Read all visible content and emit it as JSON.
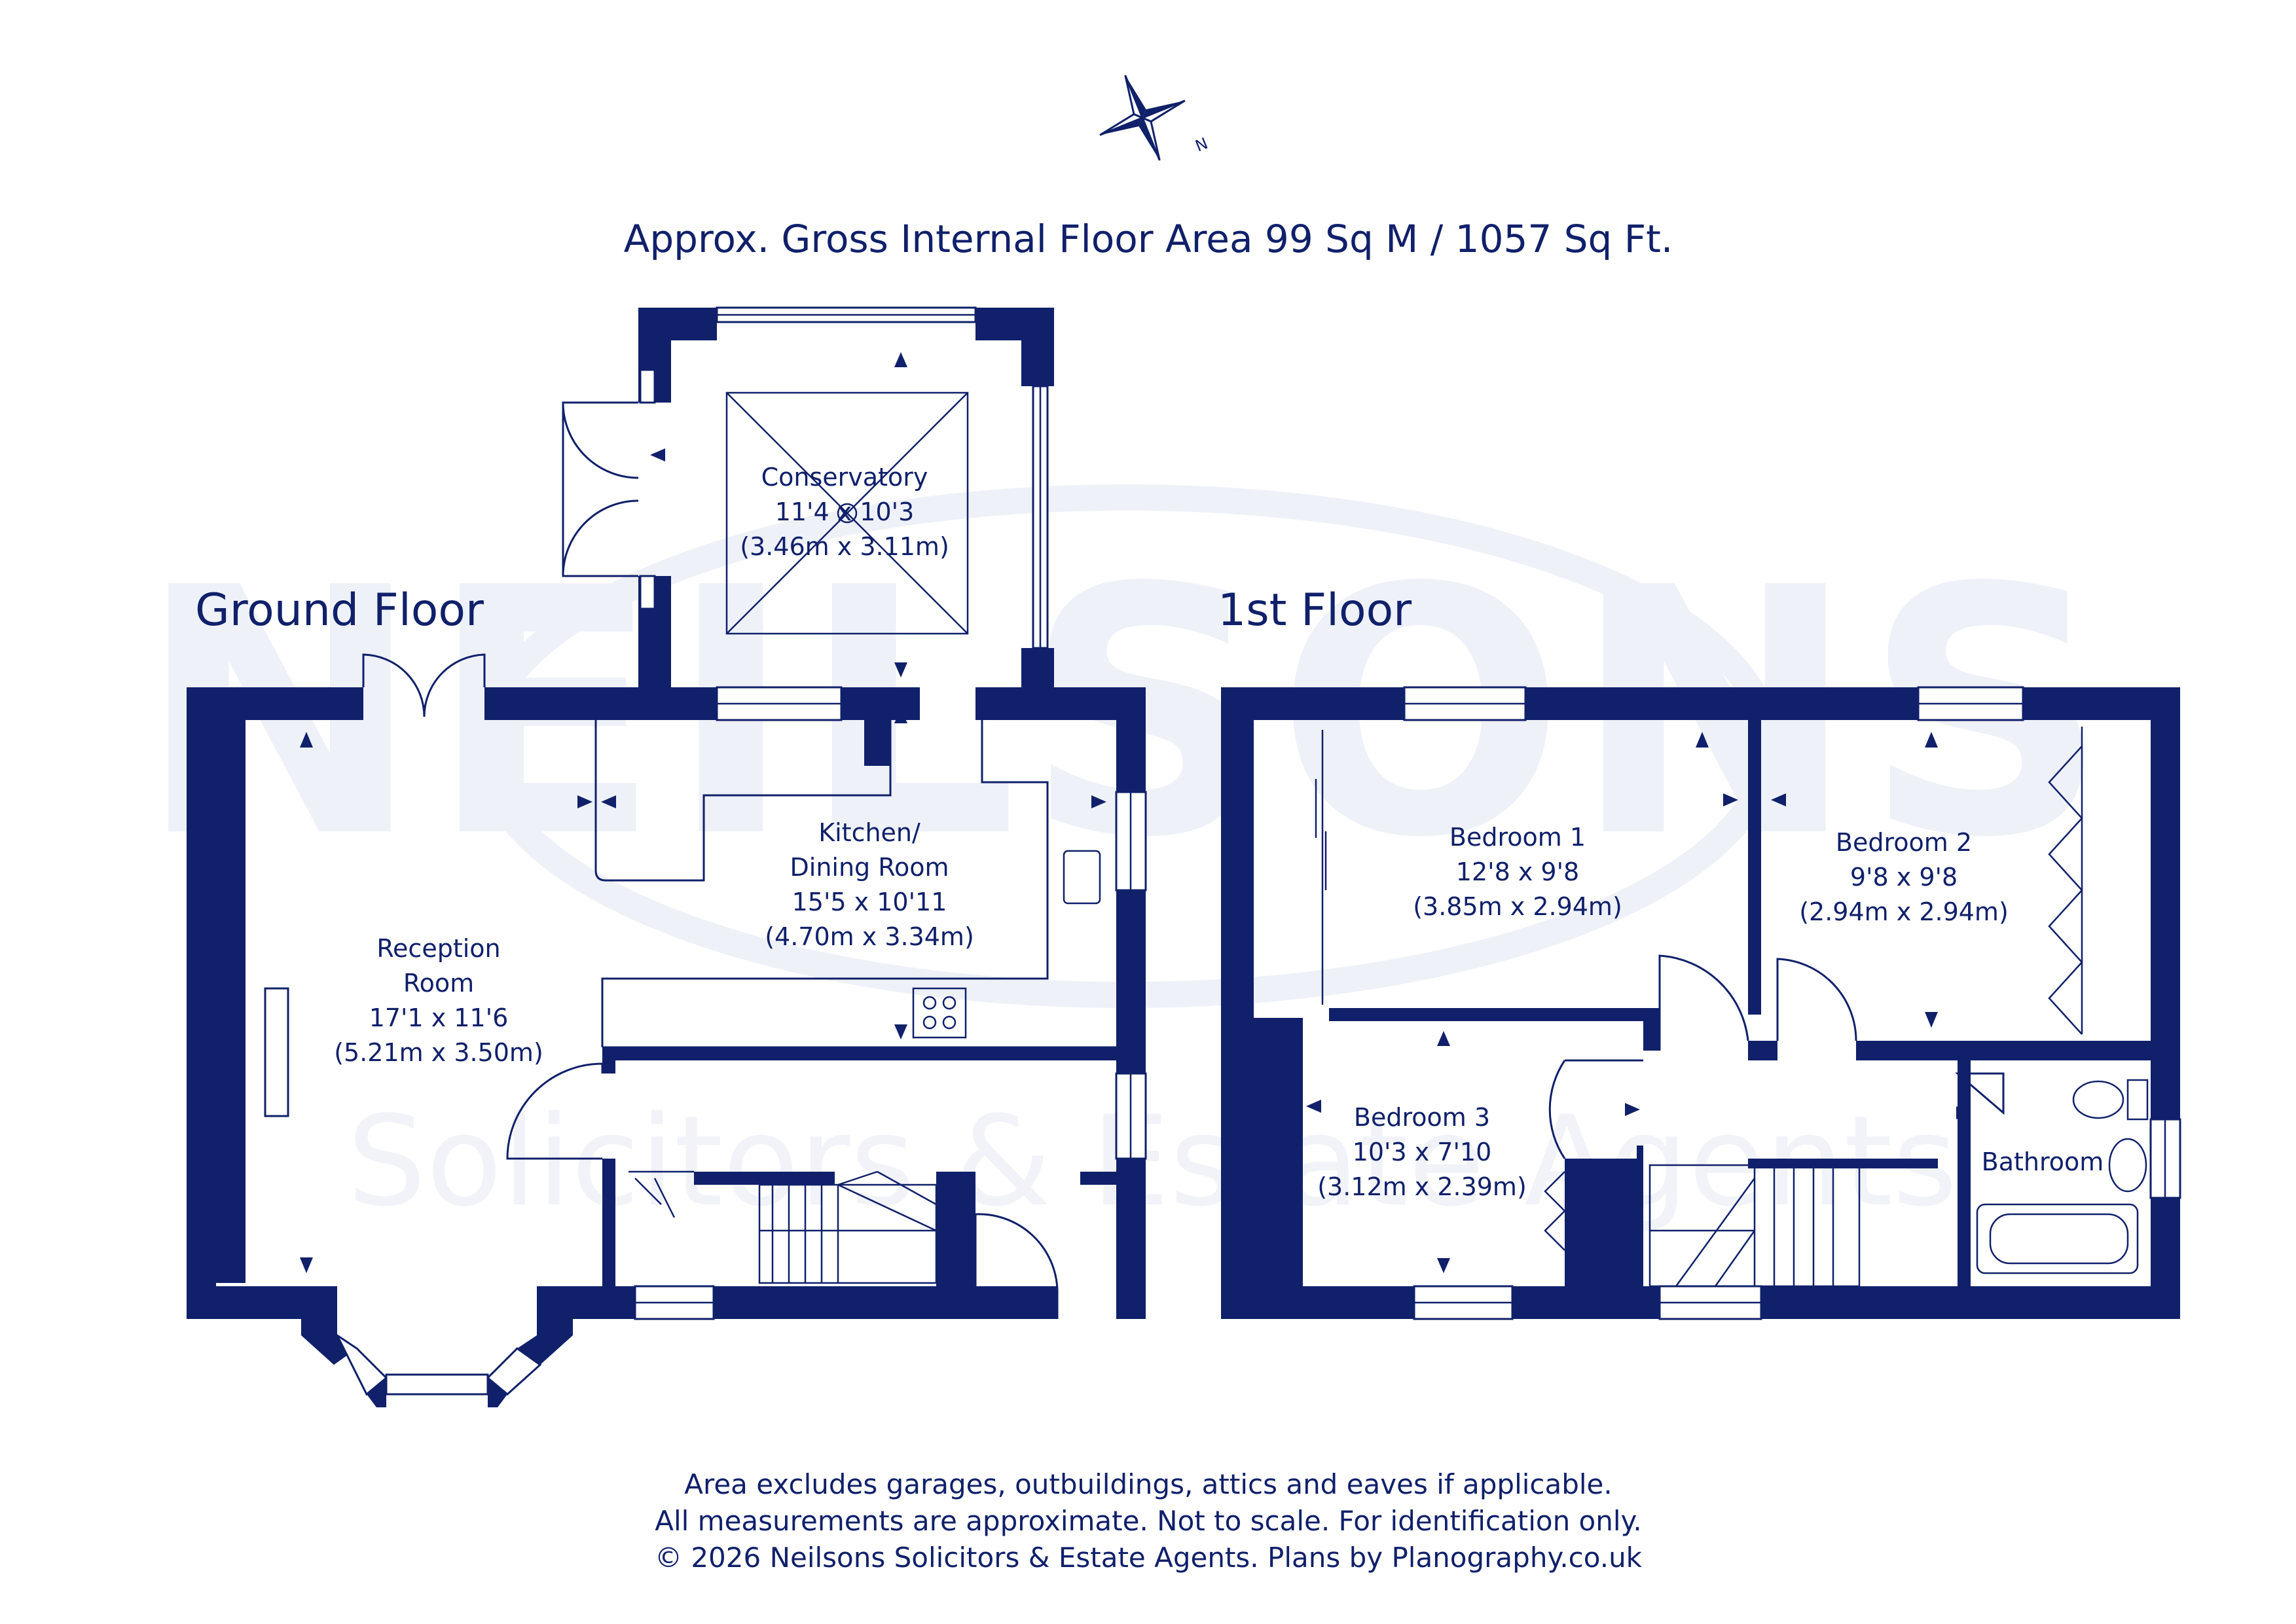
{
  "title": "Approx. Gross Internal Floor Area 99 Sq M / 1057 Sq Ft.",
  "compass": {
    "north_label": "N"
  },
  "watermark": {
    "name": "NEILSONS",
    "tagline": "Solicitors & Estate Agents"
  },
  "floors": {
    "ground": {
      "label": "Ground Floor",
      "rooms": {
        "conservatory": {
          "name": "Conservatory",
          "imperial": "11'4 x 10'3",
          "metric": "(3.46m x 3.11m)"
        },
        "kitchen": {
          "name_line1": "Kitchen/",
          "name_line2": "Dining Room",
          "imperial": "15'5 x 10'11",
          "metric": "(4.70m x 3.34m)"
        },
        "reception": {
          "name_line1": "Reception",
          "name_line2": "Room",
          "imperial": "17'1 x 11'6",
          "metric": "(5.21m x 3.50m)"
        }
      }
    },
    "first": {
      "label": "1st Floor",
      "rooms": {
        "bedroom1": {
          "name": "Bedroom 1",
          "imperial": "12'8 x 9'8",
          "metric": "(3.85m x 2.94m)"
        },
        "bedroom2": {
          "name": "Bedroom 2",
          "imperial": "9'8 x 9'8",
          "metric": "(2.94m x 2.94m)"
        },
        "bedroom3": {
          "name": "Bedroom 3",
          "imperial": "10'3 x 7'10",
          "metric": "(3.12m x 2.39m)"
        },
        "bathroom": {
          "name": "Bathroom"
        }
      }
    }
  },
  "footer": {
    "line1": "Area excludes garages, outbuildings, attics and eaves if applicable.",
    "line2": "All measurements are approximate. Not to scale. For identification only.",
    "line3": "© 2026 Neilsons Solicitors & Estate Agents. Plans by Planography.co.uk"
  },
  "colors": {
    "ink": "#10206a",
    "watermark": "#eef1f8"
  }
}
